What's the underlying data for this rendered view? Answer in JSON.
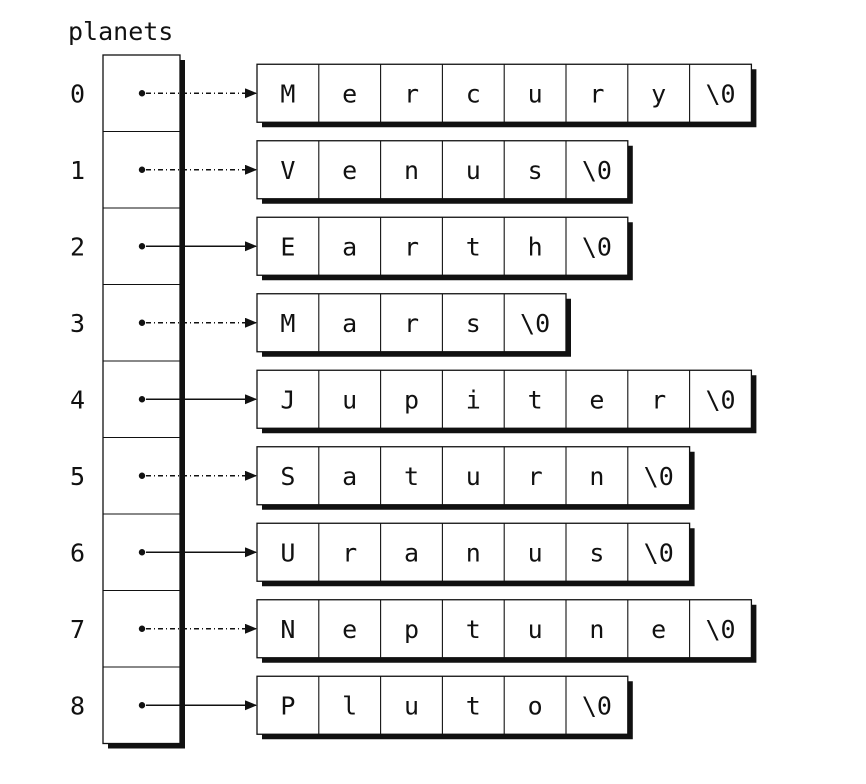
{
  "diagram": {
    "title": "planets",
    "rows": [
      {
        "index": "0",
        "chars": [
          "M",
          "e",
          "r",
          "c",
          "u",
          "r",
          "y",
          "\\0"
        ]
      },
      {
        "index": "1",
        "chars": [
          "V",
          "e",
          "n",
          "u",
          "s",
          "\\0"
        ]
      },
      {
        "index": "2",
        "chars": [
          "E",
          "a",
          "r",
          "t",
          "h",
          "\\0"
        ]
      },
      {
        "index": "3",
        "chars": [
          "M",
          "a",
          "r",
          "s",
          "\\0"
        ]
      },
      {
        "index": "4",
        "chars": [
          "J",
          "u",
          "p",
          "i",
          "t",
          "e",
          "r",
          "\\0"
        ]
      },
      {
        "index": "5",
        "chars": [
          "S",
          "a",
          "t",
          "u",
          "r",
          "n",
          "\\0"
        ]
      },
      {
        "index": "6",
        "chars": [
          "U",
          "r",
          "a",
          "n",
          "u",
          "s",
          "\\0"
        ]
      },
      {
        "index": "7",
        "chars": [
          "N",
          "e",
          "p",
          "t",
          "u",
          "n",
          "e",
          "\\0"
        ]
      },
      {
        "index": "8",
        "chars": [
          "P",
          "l",
          "u",
          "t",
          "o",
          "\\0"
        ]
      }
    ],
    "colors": {
      "ink": "#111111",
      "background": "#ffffff"
    }
  }
}
